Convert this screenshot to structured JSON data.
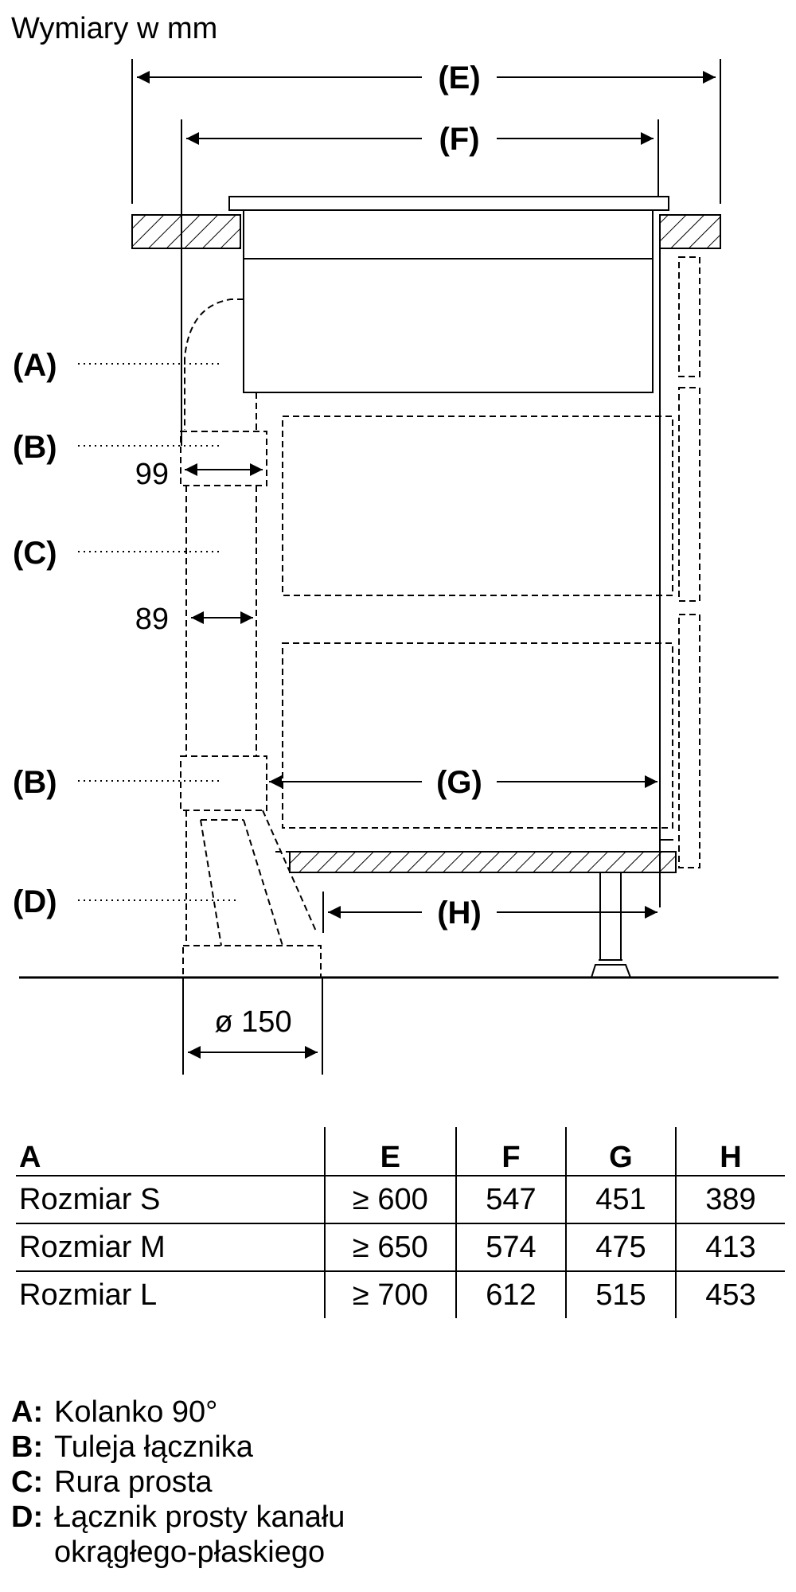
{
  "header": {
    "units_note": "Wymiary w mm"
  },
  "diagram": {
    "dimensions": {
      "E": "(E)",
      "F": "(F)",
      "G": "(G)",
      "H": "(H)",
      "w99": "99",
      "w89": "89",
      "dia": "ø 150"
    },
    "callouts": {
      "A": "(A)",
      "B1": "(B)",
      "C": "(C)",
      "B2": "(B)",
      "D": "(D)"
    }
  },
  "table": {
    "headers": [
      "A",
      "E",
      "F",
      "G",
      "H"
    ],
    "rows": [
      [
        "Rozmiar S",
        "≥ 600",
        "547",
        "451",
        "389"
      ],
      [
        "Rozmiar M",
        "≥ 650",
        "574",
        "475",
        "413"
      ],
      [
        "Rozmiar L",
        "≥ 700",
        "612",
        "515",
        "453"
      ]
    ]
  },
  "legend": [
    {
      "key": "A:",
      "text": "Kolanko 90°"
    },
    {
      "key": "B:",
      "text": "Tuleja łącznika"
    },
    {
      "key": "C:",
      "text": "Rura prosta"
    },
    {
      "key": "D:",
      "text": "Łącznik prosty kanału\nokrągłego-płaskiego"
    }
  ]
}
